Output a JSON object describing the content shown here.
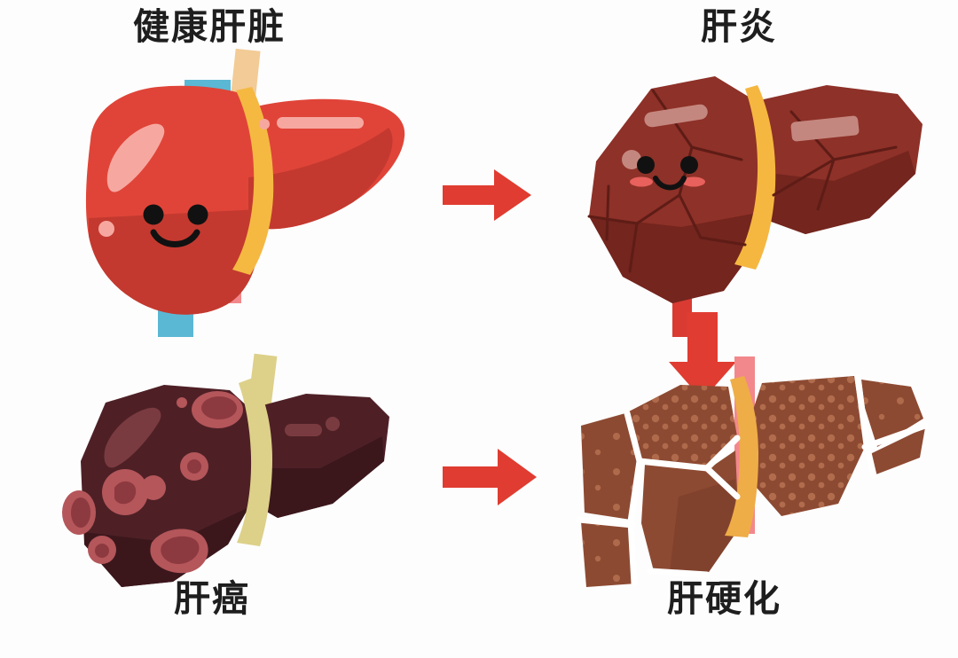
{
  "diagram": {
    "title_semantics": "liver-disease-progression",
    "background_color": "#fdfdfd"
  },
  "stages": [
    {
      "key": "healthy",
      "label": "健康肝脏",
      "body_color": "#e04438",
      "shade_color": "#c3392f",
      "duct_color": "#f5b942",
      "vessel_blue": "#5bb8d4",
      "vessel_pink": "#f2888c",
      "vessel_tan": "#f2cb96",
      "highlight_color": "#f6a8a0",
      "has_face": true
    },
    {
      "key": "hepatitis",
      "label": "肝炎",
      "body_color": "#8e3128",
      "shade_color": "#73251e",
      "duct_color": "#f5b740",
      "crack_color": "#5e1c16",
      "highlight_color": "#c4877f",
      "blush_color": "#e8615c",
      "vessel_red": "#d93b32",
      "has_face": true
    },
    {
      "key": "cirrhosis",
      "label": "肝硬化",
      "body_color": "#8d4a32",
      "shade_color": "#783d29",
      "nodule_color": "#b4704f",
      "fissure_color": "#ffffff",
      "duct_color": "#f0b košt"
    },
    {
      "key": "cancer",
      "label": "肝癌",
      "body_color": "#4e2026",
      "shade_color": "#3b171c",
      "tumor_color": "#b4565a",
      "tumor_color_light": "#c97277",
      "duct_color": "#ddd089",
      "highlight_color": "#7a3b40"
    }
  ],
  "arrows": [
    {
      "key": "healthy-to-hepatitis",
      "direction": "right",
      "color": "#e03c31"
    },
    {
      "key": "hepatitis-to-cirrhosis",
      "direction": "down",
      "color": "#e03c31"
    },
    {
      "key": "cirrhosis-to-cancer",
      "direction": "right",
      "color": "#e03c31"
    }
  ],
  "icons": {
    "arrow_right": "arrow-right-icon",
    "arrow_down": "arrow-down-icon",
    "liver_healthy": "liver-healthy-icon",
    "liver_hepatitis": "liver-hepatitis-icon",
    "liver_cirrhosis": "liver-cirrhosis-icon",
    "liver_cancer": "liver-cancer-icon"
  }
}
